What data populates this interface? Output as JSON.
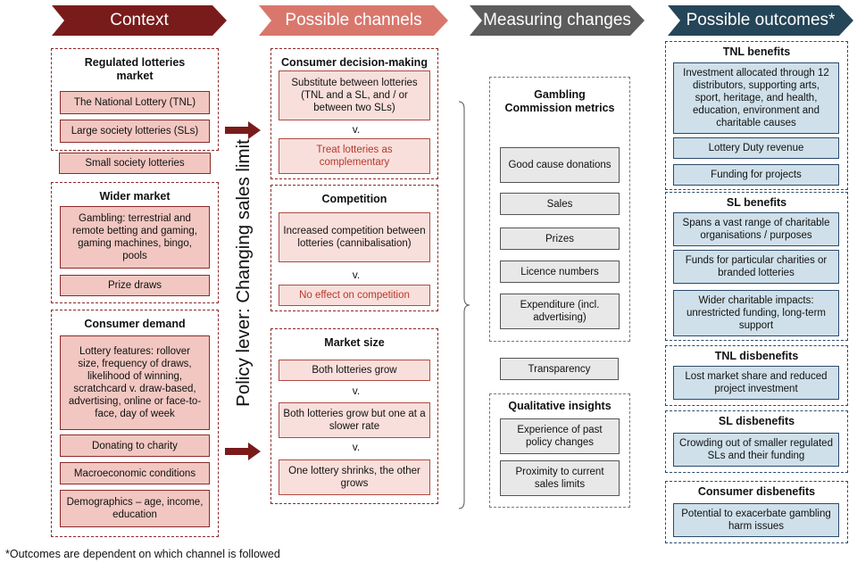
{
  "headers": {
    "context": "Context",
    "channels": "Possible channels",
    "measuring": "Measuring changes",
    "outcomes": "Possible outcomes*"
  },
  "colors": {
    "context_header": "#7a1b1b",
    "channels_header": "#d9776c",
    "measuring_header": "#5c5c5c",
    "outcomes_header": "#254559",
    "arrow": "#7a1b1b"
  },
  "context": {
    "regulated": {
      "title": "Regulated lotteries market",
      "items": [
        "The National Lottery (TNL)",
        "Large society lotteries (SLs)"
      ]
    },
    "small_society": "Small society lotteries",
    "wider": {
      "title": "Wider market",
      "items": [
        "Gambling: terrestrial and remote betting and gaming, gaming machines, bingo, pools",
        "Prize draws"
      ]
    },
    "demand": {
      "title": "Consumer demand",
      "items": [
        "Lottery features: rollover size, frequency of draws, likelihood of winning, scratchcard v. draw-based, advertising, online or face-to-face, day of week",
        "Donating to charity",
        "Macroeconomic conditions",
        "Demographics – age, income, education"
      ]
    }
  },
  "policy_lever": "Policy lever: Changing sales limit",
  "channels": {
    "decision": {
      "title": "Consumer decision-making",
      "a": "Substitute between lotteries (TNL and a SL, and / or between two SLs)",
      "v": "v.",
      "b": "Treat lotteries as complementary"
    },
    "competition": {
      "title": "Competition",
      "a": "Increased competition between lotteries (cannibalisation)",
      "v": "v.",
      "b": "No effect on competition"
    },
    "market": {
      "title": "Market size",
      "a": "Both lotteries grow",
      "v1": "v.",
      "b": "Both lotteries grow but one at a slower rate",
      "v2": "v.",
      "c": "One lottery shrinks, the other grows"
    }
  },
  "measuring": {
    "gc": {
      "title": "Gambling Commission metrics",
      "items": [
        "Good cause donations",
        "Sales",
        "Prizes",
        "Licence numbers",
        "Expenditure (incl. advertising)"
      ]
    },
    "transparency": "Transparency",
    "qual": {
      "title": "Qualitative insights",
      "items": [
        "Experience of past policy changes",
        "Proximity to current sales limits"
      ]
    }
  },
  "outcomes": {
    "tnl_benefits": {
      "title": "TNL benefits",
      "items": [
        "Investment allocated through 12 distributors, supporting arts, sport, heritage, and health, education, environment and charitable causes",
        "Lottery Duty revenue",
        "Funding for projects"
      ]
    },
    "sl_benefits": {
      "title": "SL benefits",
      "items": [
        "Spans a vast range of charitable organisations / purposes",
        "Funds for particular charities or branded lotteries",
        "Wider charitable impacts: unrestricted funding, long-term support"
      ]
    },
    "tnl_disbenefits": {
      "title": "TNL disbenefits",
      "items": [
        "Lost market share and reduced project investment"
      ]
    },
    "sl_disbenefits": {
      "title": "SL disbenefits",
      "items": [
        "Crowding out of smaller regulated SLs and their funding"
      ]
    },
    "consumer_disbenefits": {
      "title": "Consumer disbenefits",
      "items": [
        "Potential to exacerbate gambling harm issues"
      ]
    }
  },
  "footnote": "*Outcomes are dependent on which channel is followed"
}
